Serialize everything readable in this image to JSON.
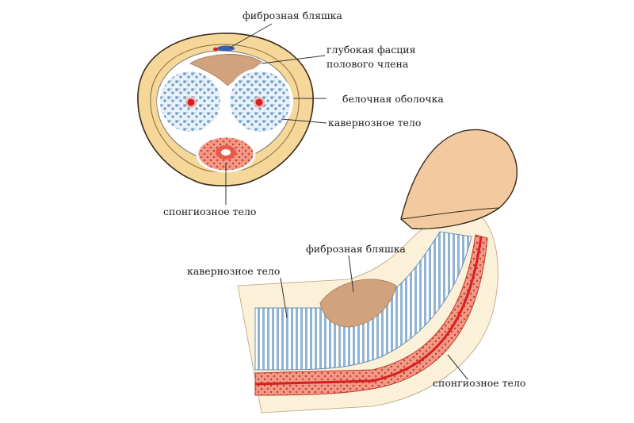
{
  "labels": {
    "cross_section": {
      "fibrous_plaque": "фиброзная бляшка",
      "deep_fascia_line1": "глубокая фасция",
      "deep_fascia_line2": "полового члена",
      "tunica_albuginea": "белочная оболочка",
      "cavernous_body": "кавернозное тело",
      "spongy_body": "спонгиозное тело"
    },
    "side_view": {
      "fibrous_plaque": "фиброзная бляшка",
      "cavernous_body": "кавернозное тело",
      "spongy_body": "спонгиозное тело"
    }
  },
  "colors": {
    "skin": "#f5d79a",
    "skin_outline": "#3a2a1a",
    "tunica": "#ffffff",
    "erectile_tissue": "#8fb4d6",
    "plaque": "#d0a37e",
    "spongy": "#e05a4a",
    "artery": "#d62020",
    "glans": "#f3c9a0",
    "fascia_blue": "#3a5fb0"
  }
}
